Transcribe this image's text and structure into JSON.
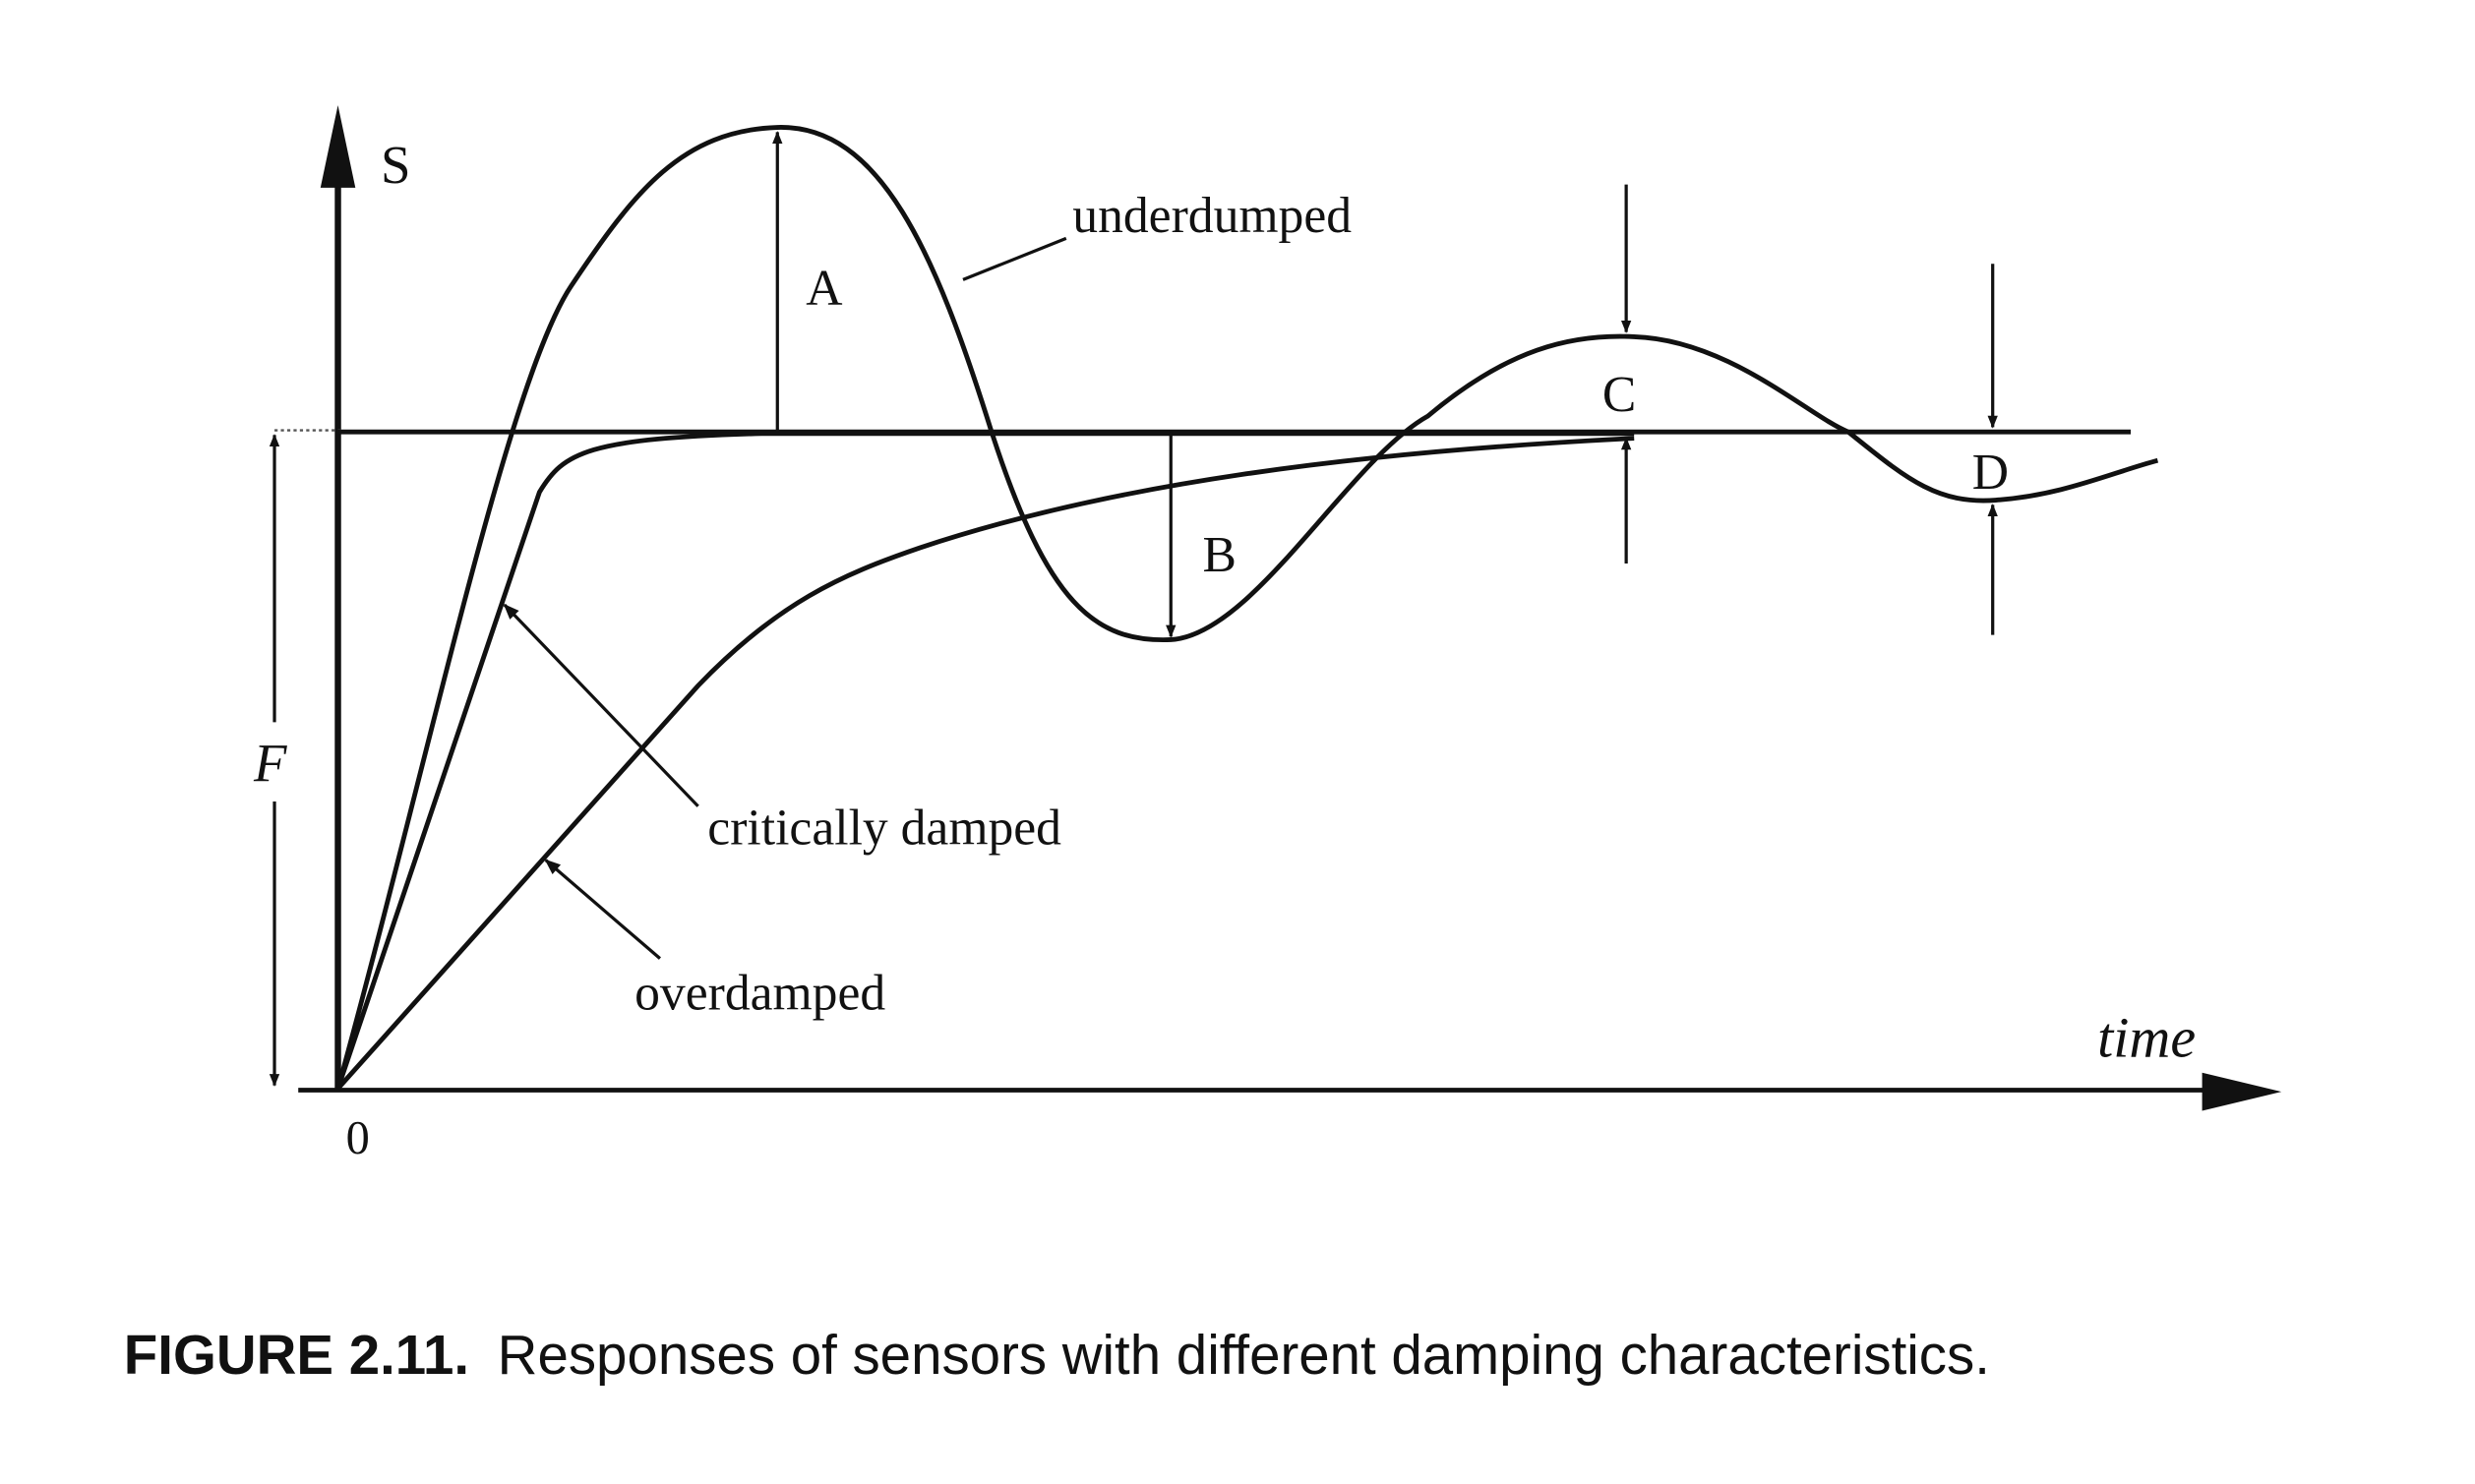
{
  "axes": {
    "y_label": "S",
    "x_label": "time",
    "origin_label": "0",
    "level_label": "F"
  },
  "curves": {
    "underdamped": "underdumped",
    "critically_damped": "critically damped",
    "overdamped": "overdamped"
  },
  "markers": {
    "a": "A",
    "b": "B",
    "c": "C",
    "d": "D"
  },
  "caption": {
    "number": "FIGURE 2.11.",
    "text": "Responses of sensors with different damping characteristics."
  }
}
